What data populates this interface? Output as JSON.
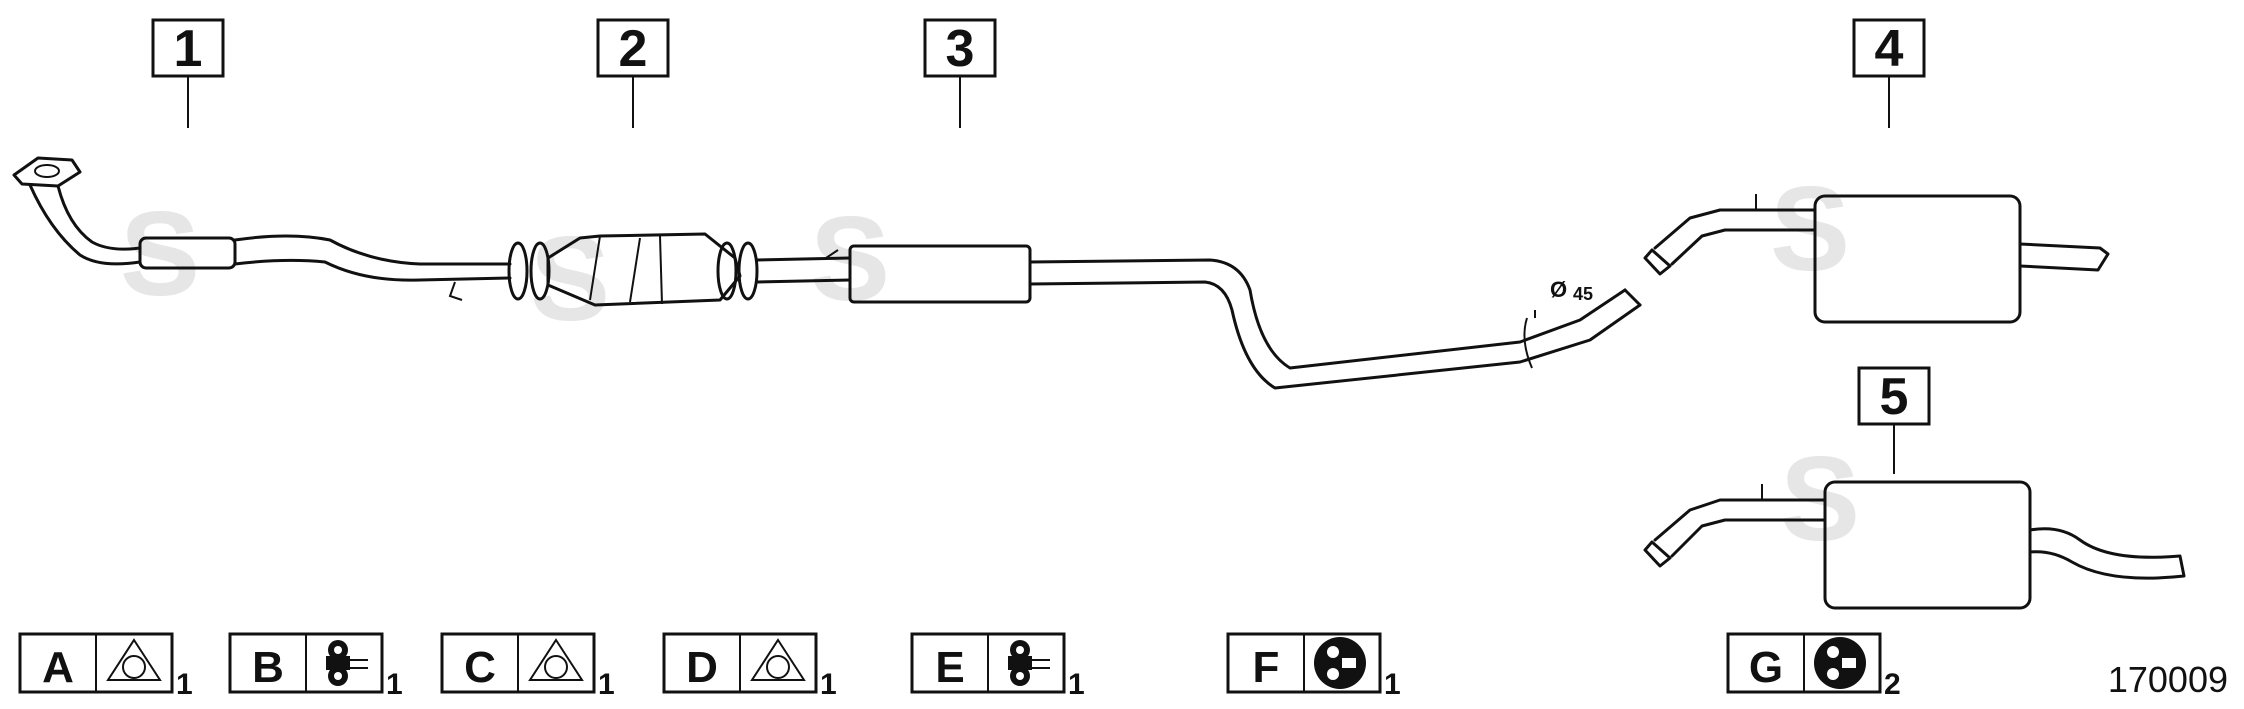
{
  "parts": [
    {
      "number": "1"
    },
    {
      "number": "2"
    },
    {
      "number": "3"
    },
    {
      "number": "4"
    },
    {
      "number": "5"
    }
  ],
  "pipe_diameter_symbol": "Ø",
  "pipe_diameter_value": "45",
  "fittings": [
    {
      "letter": "A",
      "icon": "flange-gasket-icon",
      "qty": "1"
    },
    {
      "letter": "B",
      "icon": "rubber-hanger-icon",
      "qty": "1"
    },
    {
      "letter": "C",
      "icon": "flange-gasket-icon",
      "qty": "1"
    },
    {
      "letter": "D",
      "icon": "flange-gasket-icon",
      "qty": "1"
    },
    {
      "letter": "E",
      "icon": "rubber-hanger-icon",
      "qty": "1"
    },
    {
      "letter": "F",
      "icon": "rubber-mount-icon",
      "qty": "1"
    },
    {
      "letter": "G",
      "icon": "rubber-mount-icon",
      "qty": "2"
    }
  ],
  "diagram_number": "170009"
}
